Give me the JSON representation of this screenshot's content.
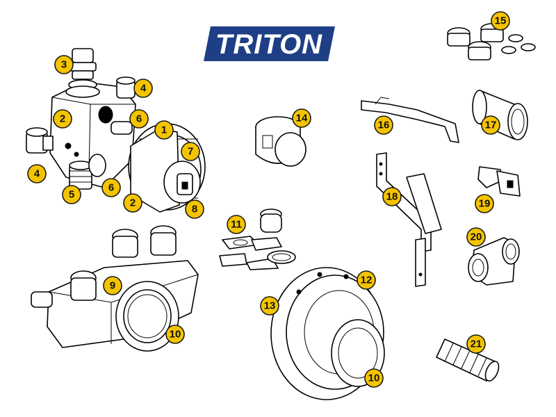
{
  "brand": {
    "logo_text": "TRITON",
    "logo_bg_color": "#1e3f85",
    "logo_text_color": "#ffffff"
  },
  "callout_style": {
    "fill_color": "#f5c400",
    "stroke_color": "#1a1a1a",
    "text_color": "#111111"
  },
  "callouts": {
    "c1": "1",
    "c2a": "2",
    "c2b": "2",
    "c3": "3",
    "c4a": "4",
    "c4b": "4",
    "c5": "5",
    "c6a": "6",
    "c6b": "6",
    "c7": "7",
    "c8": "8",
    "c9": "9",
    "c10a": "10",
    "c10b": "10",
    "c11": "11",
    "c12": "12",
    "c13": "13",
    "c14": "14",
    "c15": "15",
    "c16": "16",
    "c17": "17",
    "c18": "18",
    "c19": "19",
    "c20": "20",
    "c21": "21"
  }
}
